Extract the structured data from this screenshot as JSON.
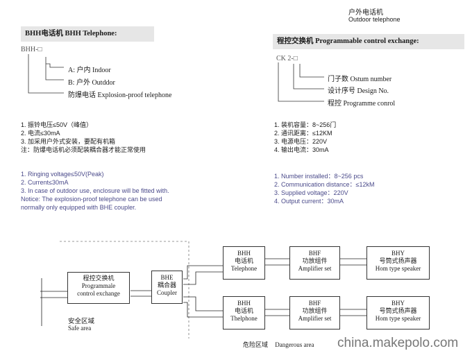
{
  "top_note": {
    "cn": "户外电话机",
    "en": "Outdoor telephone"
  },
  "left_panel": {
    "title": "BHH电话机  BHH Telephone:",
    "code": "BHH-□",
    "options": [
      {
        "text": "A:  户内  Indoor"
      },
      {
        "text": "B:  户外  Outddor"
      },
      {
        "text": "防爆电话   Explosion-proof telephone"
      }
    ],
    "cn_specs": [
      "1. 振铃电压≤50V（峰值）",
      "2. 电流≤30mA",
      "3. 加采用户外式安装，要配有机箱",
      "注：防爆电话机必须配装耦合器才能正常使用"
    ],
    "en_specs": [
      "1. Ringing voltage≤50V(Peak)",
      "2. Current≤30mA",
      "3. In case of outdoor use, enclosure will be fitted with.",
      "Notice: The explosion-proof telephone can be used",
      "normally only equipped with BHE coupler."
    ]
  },
  "right_panel": {
    "title": "程控交换机  Programmable control exchange:",
    "code": "CK 2-□",
    "options": [
      {
        "text": "门子数   Ostum number"
      },
      {
        "text": "设计序号   Design No."
      },
      {
        "text": "程控   Programme conrol"
      }
    ],
    "cn_specs": [
      "1. 装机容量：8~256门",
      "2. 通讯距离：≤12KM",
      "3. 电源电压：220V",
      "4. 输出电流：30mA"
    ],
    "en_specs": [
      "1. Number installed：8~256 pcs",
      "2. Communication distance：≤12kM",
      "3. Supplied voltage：220V",
      "4. Output current：30mA"
    ]
  },
  "diagram": {
    "exchange": [
      "程控交换机",
      "Programmale",
      "control exchange"
    ],
    "coupler": [
      "BHE",
      "耦合器",
      "Coupler"
    ],
    "telephone_1": [
      "BHH",
      "电话机",
      "Telephone"
    ],
    "telephone_2": [
      "BHH",
      "电话机",
      "Thelphone"
    ],
    "amplifier_1": [
      "BHF",
      "功放组件",
      "Amplifier set"
    ],
    "amplifier_2": [
      "BHF",
      "功放组件",
      "Amplifier set"
    ],
    "speaker_1": [
      "BHY",
      "号筒式扬声器",
      "Hom type speaker"
    ],
    "speaker_2": [
      "BHY",
      "号筒式扬声器",
      "Hom type speaker"
    ],
    "safe_area": {
      "cn": "安全区域",
      "en": "Safe area"
    },
    "danger_area": {
      "cn": "危险区域",
      "en": "Dangerous area"
    }
  },
  "watermark": "china.makepolo.com"
}
